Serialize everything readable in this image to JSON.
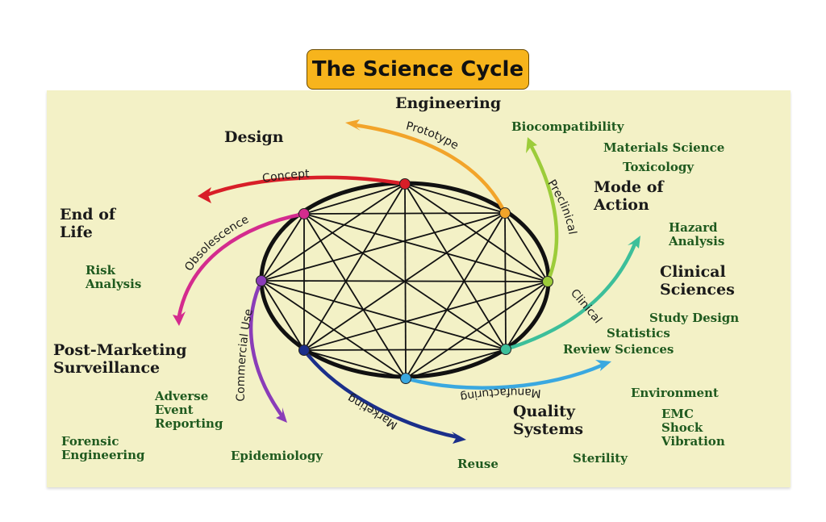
{
  "title": "The Science Cycle",
  "colors": {
    "panel_bg": "#f3f1c6",
    "title_bg": "#f7b41c",
    "arrow_red": "#d81e28",
    "arrow_orange": "#f2a42a",
    "arrow_green": "#9ccc3a",
    "arrow_teal": "#3cbf9a",
    "arrow_blue": "#3aa8e0",
    "arrow_navy": "#1b2f8a",
    "arrow_purple": "#8a3cb8",
    "arrow_magenta": "#d42b8e"
  },
  "arrows": {
    "concept": "Concept",
    "prototype": "Prototype",
    "preclinical": "Preclinical",
    "clinical": "Clinical",
    "manufacturing": "Manufacturing",
    "marketing": "Marketing",
    "commercial_use": "Commercial Use",
    "obsolescence": "Obsolescence"
  },
  "labels": {
    "engineering": "Engineering",
    "biocompatibility": "Biocompatibility",
    "materials_science": "Materials Science",
    "toxicology": "Toxicology",
    "mode_of": "Mode of",
    "action": "Action",
    "hazard": "Hazard",
    "analysis": "Analysis",
    "clinical": "Clinical",
    "sciences": "Sciences",
    "study_design": "Study Design",
    "statistics": "Statistics",
    "review_sciences": "Review Sciences",
    "environment": "Environment",
    "emc": "EMC",
    "shock": "Shock",
    "vibration": "Vibration",
    "sterility": "Sterility",
    "quality": "Quality",
    "systems": "Systems",
    "reuse": "Reuse",
    "epidemiology": "Epidemiology",
    "forensic": "Forensic",
    "engineering2": "Engineering",
    "adverse": "Adverse",
    "event": "Event",
    "reporting": "Reporting",
    "post_marketing": "Post-Marketing",
    "surveillance": "Surveillance",
    "risk": "Risk",
    "risk_analysis": "Analysis",
    "end_of": "End of",
    "life": "Life",
    "design": "Design"
  }
}
